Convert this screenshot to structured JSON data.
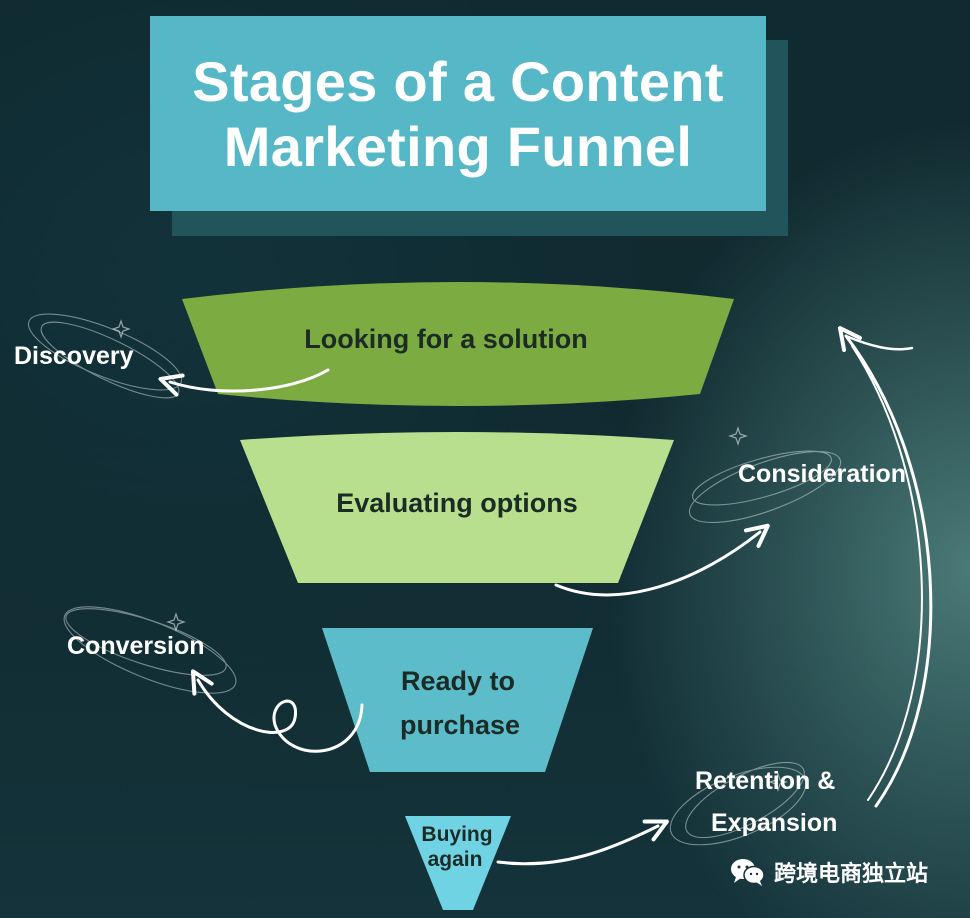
{
  "title": {
    "line1": "Stages of a Content",
    "line2": "Marketing Funnel"
  },
  "funnel": [
    {
      "label": "Looking for a solution",
      "color": "#7cab42"
    },
    {
      "label": "Evaluating options",
      "color": "#b7df8e"
    },
    {
      "label_line1": "Ready to",
      "label_line2": "purchase",
      "color": "#5cbcc9"
    },
    {
      "label_line1": "Buying",
      "label_line2": "again",
      "color": "#6fd3e4"
    }
  ],
  "stages": {
    "discovery": "Discovery",
    "consideration": "Consideration",
    "conversion": "Conversion",
    "retention_line1": "Retention &",
    "retention_line2": "Expansion"
  },
  "watermark": {
    "text": "跨境电商独立站",
    "icon": "wechat-icon"
  },
  "colors": {
    "title_box": "#56b8c6",
    "title_shadow": "#21555b",
    "background": "#102a30"
  }
}
